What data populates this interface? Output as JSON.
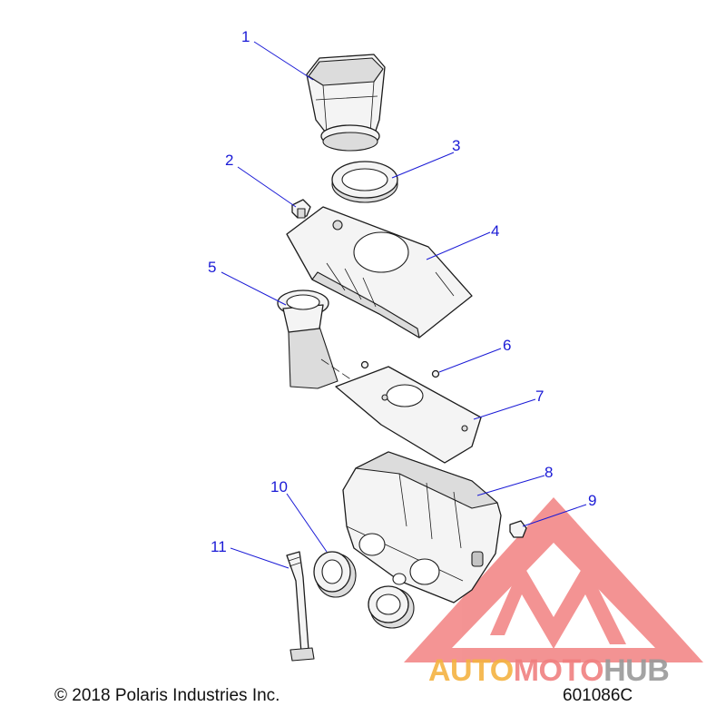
{
  "callouts": [
    {
      "id": "1",
      "label": "1"
    },
    {
      "id": "2",
      "label": "2"
    },
    {
      "id": "3",
      "label": "3"
    },
    {
      "id": "4",
      "label": "4"
    },
    {
      "id": "5",
      "label": "5"
    },
    {
      "id": "6",
      "label": "6"
    },
    {
      "id": "7",
      "label": "7"
    },
    {
      "id": "8",
      "label": "8"
    },
    {
      "id": "9",
      "label": "9"
    },
    {
      "id": "10",
      "label": "10"
    },
    {
      "id": "11",
      "label": "11"
    }
  ],
  "footer": {
    "copyright": "© 2018 Polaris Industries Inc.",
    "figure_code": "601086C"
  },
  "watermark": {
    "part_auto": "AUTO",
    "part_moto": "MOTO",
    "part_hub": "HUB",
    "color_auto": "#f5b342",
    "color_moto": "#f08080",
    "color_hub": "#9a9a9a",
    "logo_color": "#f07070"
  },
  "colors": {
    "callout": "#1a1ad6",
    "line": "#1c1c1c"
  }
}
